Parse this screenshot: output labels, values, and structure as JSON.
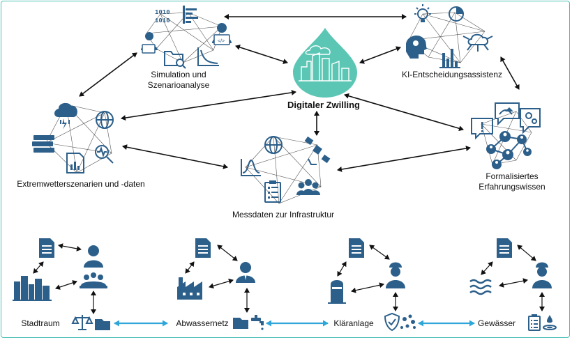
{
  "center": {
    "label": "Digitaler Zwilling"
  },
  "nodes": {
    "simulation": {
      "line1": "Simulation und",
      "line2": "Szenarioanalyse"
    },
    "ki": {
      "label": "KI-Entscheidungsassistenz"
    },
    "extremwetter": {
      "label": "Extremwetterszenarien und -daten"
    },
    "messdaten": {
      "label": "Messdaten zur Infrastruktur"
    },
    "formalisiert": {
      "line1": "Formalisiertes",
      "line2": "Erfahrungswissen"
    }
  },
  "bottom": {
    "stadtraum": "Stadtraum",
    "abwassernetz": "Abwassernetz",
    "klaeranlage": "Kläranlage",
    "gewaesser": "Gewässer"
  },
  "colors": {
    "icon": "#2c5f8a",
    "drop": "#5cc6b5",
    "link": "#2fa6d9",
    "frame": "#4cc0b5"
  },
  "icons": [
    "binary-icon",
    "bar-list-icon",
    "developer-icon",
    "folder-search-icon",
    "curve-icon",
    "lightbulb-icon",
    "pie-icon",
    "head-gear-icon",
    "cloud-network-icon",
    "bar-chart-icon",
    "storm-cloud-icon",
    "globe-icon",
    "books-icon",
    "report-icon",
    "magnify-pulse-icon",
    "gauss-chart-icon",
    "satellite-icon",
    "checklist-icon",
    "group-icon",
    "speech-wave-icon",
    "gears-speech-icon",
    "alert-speech-icon",
    "network-people-icon",
    "document-icon",
    "manager-icon",
    "city-icon",
    "meeting-icon",
    "scale-icon",
    "folder-icon",
    "worker-icon",
    "factory-icon",
    "faucet-icon",
    "tank-icon",
    "shield-icon",
    "bacteria-icon",
    "water-waves-icon",
    "clipboard-icon",
    "water-drop-icon"
  ]
}
